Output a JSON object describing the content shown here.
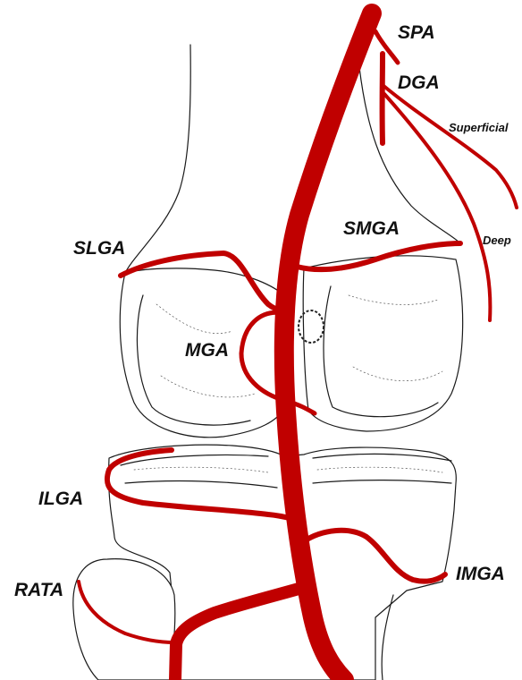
{
  "colors": {
    "artery": "#c00000",
    "bone_outline": "#1a1a1a",
    "background": "#ffffff"
  },
  "labels": {
    "spa": "SPA",
    "dga": "DGA",
    "superficial": "Superficial",
    "deep": "Deep",
    "slga": "SLGA",
    "smga": "SMGA",
    "mga": "MGA",
    "ilga": "ILGA",
    "imga": "IMGA",
    "rata": "RATA"
  }
}
